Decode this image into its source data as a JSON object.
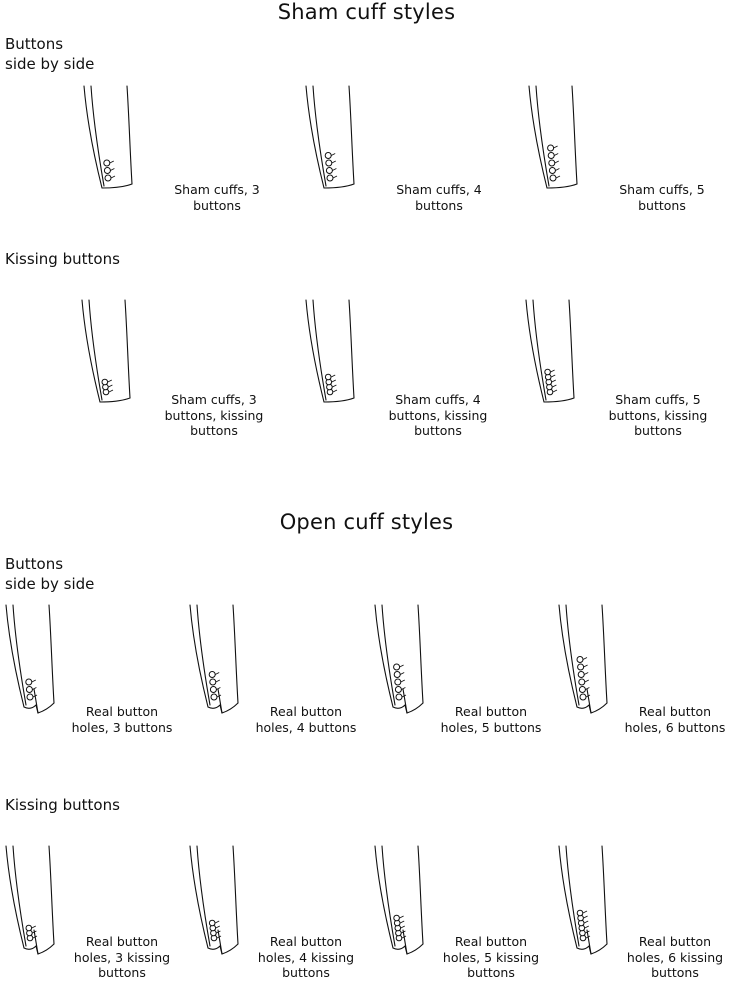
{
  "sham": {
    "title": "Sham cuff styles",
    "side_label": "Buttons\nside by side",
    "kissing_label": "Kissing buttons",
    "side": [
      {
        "buttons": 3,
        "caption": "Sham cuffs, 3\nbuttons"
      },
      {
        "buttons": 4,
        "caption": "Sham cuffs, 4\nbuttons"
      },
      {
        "buttons": 5,
        "caption": "Sham cuffs, 5\nbuttons"
      }
    ],
    "kissing": [
      {
        "buttons": 3,
        "caption": "Sham cuffs, 3\nbuttons, kissing\nbuttons"
      },
      {
        "buttons": 4,
        "caption": "Sham cuffs, 4\nbuttons, kissing\nbuttons"
      },
      {
        "buttons": 5,
        "caption": "Sham cuffs, 5\nbuttons, kissing\nbuttons"
      }
    ]
  },
  "open": {
    "title": "Open cuff styles",
    "side_label": "Buttons\nside by side",
    "kissing_label": "Kissing buttons",
    "side": [
      {
        "buttons": 3,
        "caption": "Real button\nholes, 3 buttons"
      },
      {
        "buttons": 4,
        "caption": "Real button\nholes, 4 buttons"
      },
      {
        "buttons": 5,
        "caption": "Real button\nholes, 5 buttons"
      },
      {
        "buttons": 6,
        "caption": "Real button\nholes, 6 buttons"
      }
    ],
    "kissing": [
      {
        "buttons": 3,
        "caption": "Real button\nholes, 3 kissing\nbuttons"
      },
      {
        "buttons": 4,
        "caption": "Real button\nholes, 4 kissing\nbuttons"
      },
      {
        "buttons": 5,
        "caption": "Real button\nholes, 5 kissing\nbuttons"
      },
      {
        "buttons": 6,
        "caption": "Real button\nholes, 6 kissing\nbuttons"
      }
    ]
  }
}
